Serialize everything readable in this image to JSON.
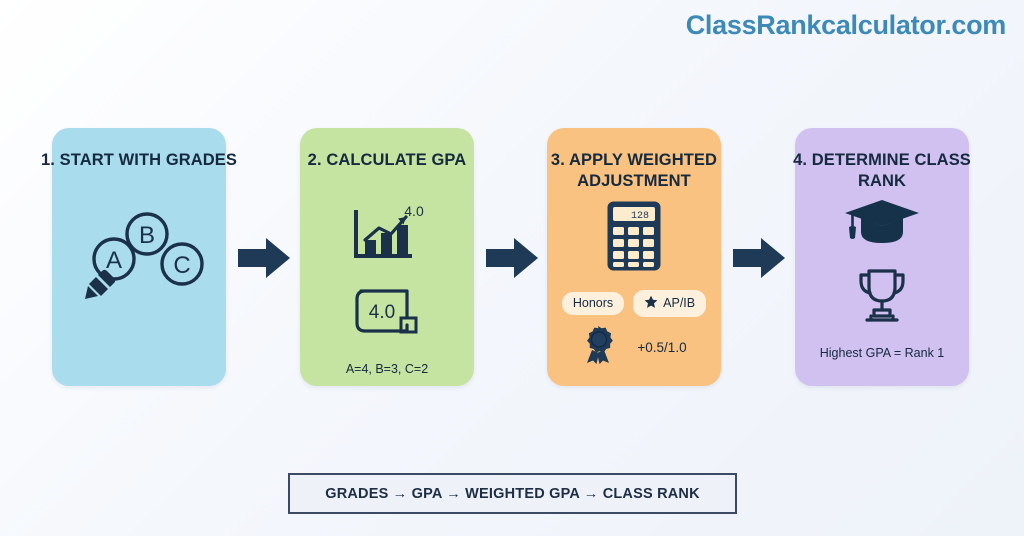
{
  "brand": {
    "name": "ClassRankcalculator.com",
    "color": "#3d8ab8"
  },
  "flow": {
    "arrows": [
      {
        "name": "arrow-1"
      },
      {
        "name": "arrow-2"
      },
      {
        "name": "arrow-3"
      }
    ],
    "cards": [
      {
        "number": "1.",
        "title": "1. START WITH GRADES",
        "color": "#a9dced",
        "icons": [
          "pencil-icon",
          "grade-circle-a",
          "grade-circle-b",
          "grade-circle-c"
        ],
        "grades": [
          "A",
          "B",
          "C"
        ],
        "caption": ""
      },
      {
        "number": "2.",
        "title": "2. CALCULATE GPA",
        "color": "#c5e4a2",
        "icons": [
          "bar-chart-icon",
          "score-box-icon"
        ],
        "chart_label": "4.0",
        "score_value": "4.0",
        "caption": "A=4, B=3, C=2"
      },
      {
        "number": "3.",
        "title": "3. APPLY WEIGHTED ADJUSTMENT",
        "color": "#f9c280",
        "icons": [
          "calculator-icon",
          "star-icon",
          "award-medal-icon"
        ],
        "pills": [
          "Honors",
          "AP/IB"
        ],
        "bonus": "+0.5/1.0",
        "caption": ""
      },
      {
        "number": "4.",
        "title": "4. DETERMINE CLASS RANK",
        "color": "#d0c1f1",
        "icons": [
          "graduation-cap-icon",
          "trophy-icon"
        ],
        "caption": "Highest GPA = Rank 1"
      }
    ]
  },
  "summary": {
    "text": "GRADES → GPA → WEIGHTED GPA → CLASS RANK"
  },
  "colors": {
    "ink": "#15293f",
    "background": "#f4f7fc",
    "pill_bg": "#fdf1de",
    "summary_border": "#3c4a63"
  }
}
